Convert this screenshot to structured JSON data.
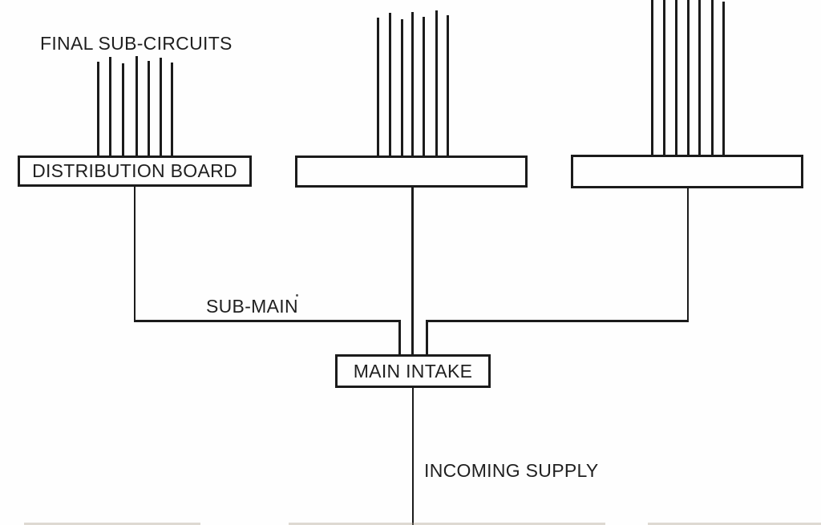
{
  "labels": {
    "final_sub_circuits": "FINAL SUB-CIRCUITS",
    "distribution_board": "DISTRIBUTION BOARD",
    "sub_main": "SUB-MAIN",
    "main_intake": "MAIN INTAKE",
    "incoming_supply": "INCOMING SUPPLY"
  },
  "diagram": {
    "type": "electrical-distribution-block-diagram",
    "distribution_board_count": 3,
    "final_sub_circuit_lines_per_board": 7,
    "line_color": "#1b1b1b",
    "background_color": "#ffffff",
    "text_color": "#1f1f1f"
  }
}
